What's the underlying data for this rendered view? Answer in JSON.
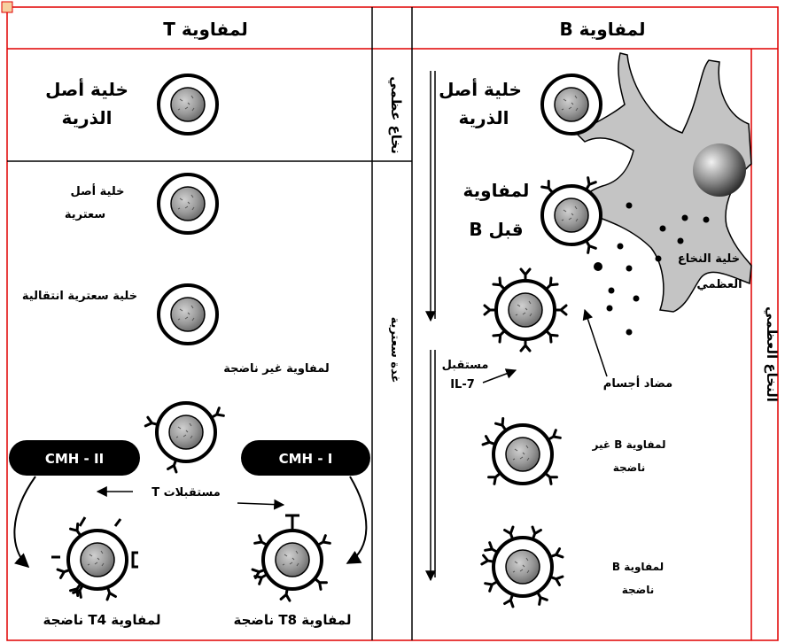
{
  "headers": {
    "t_column": "لمفاوية T",
    "b_column": "لمفاوية B"
  },
  "side_labels": {
    "bone_marrow_short": "نخاع عظمي",
    "thymus": "غدة سعترية",
    "bone_marrow_right": "النخاع العظمي"
  },
  "t_lineage": {
    "stem_cell": [
      "خلية أصل",
      "الذرية"
    ],
    "thymic_stem": [
      "خلية أصل",
      "سعترية"
    ],
    "transitional": "خلية سعترية انتقالية",
    "immature": "لمفاوية غير ناضجة",
    "cmh2": "CMH - II",
    "cmh1": "CMH - I",
    "t_receptors": "مستقبلات T",
    "t4_mature": "لمفاوية T4 ناضجة",
    "t8_mature": "لمفاوية T8 ناضجة"
  },
  "b_lineage": {
    "stem_cell": [
      "خلية أصل",
      "الذرية"
    ],
    "pre_b": [
      "لمفاوية",
      "قبل B"
    ],
    "stromal": [
      "خلية النخاع",
      "العظمي"
    ],
    "il7_receptor": [
      "مستقبل",
      "IL-7"
    ],
    "antibodies": "مضاد أجسام",
    "immature_b": [
      "لمفاوية B غير",
      "ناضجة"
    ],
    "mature_b": [
      "لمفاوية B",
      "ناضجة"
    ]
  },
  "colors": {
    "frame_red": "#e00000",
    "cell_nucleus": "#9a9a9a",
    "stromal_cell": "#c4c4c4",
    "cmh_box": "#000000"
  }
}
